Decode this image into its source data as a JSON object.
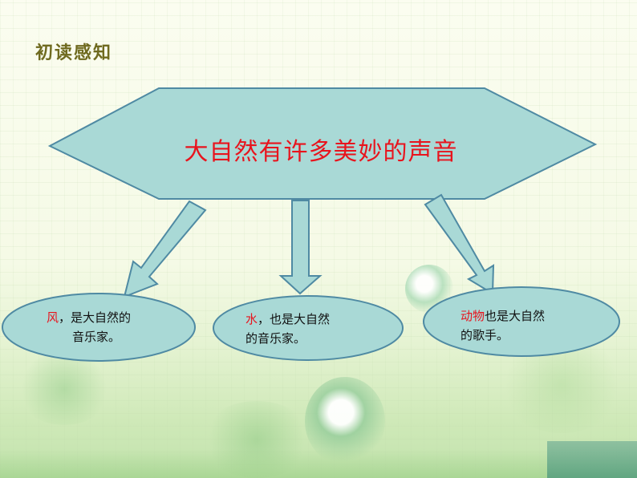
{
  "slide": {
    "section_title": "初读感知",
    "main_text": "大自然有许多美妙的声音",
    "branches": [
      {
        "highlight": "风",
        "rest_line1": "，是大自然的",
        "line2": "音乐家。"
      },
      {
        "highlight": "水",
        "rest_line1": "，也是大自然",
        "line2": "的音乐家。"
      },
      {
        "highlight": "动物",
        "rest_line1": "也是大自然",
        "line2": "的歌手。"
      }
    ]
  },
  "colors": {
    "shape_fill": "#a9d9d6",
    "shape_stroke": "#4f8aa3",
    "highlight_text": "#e8141d",
    "title_text": "#6f6a1f"
  }
}
